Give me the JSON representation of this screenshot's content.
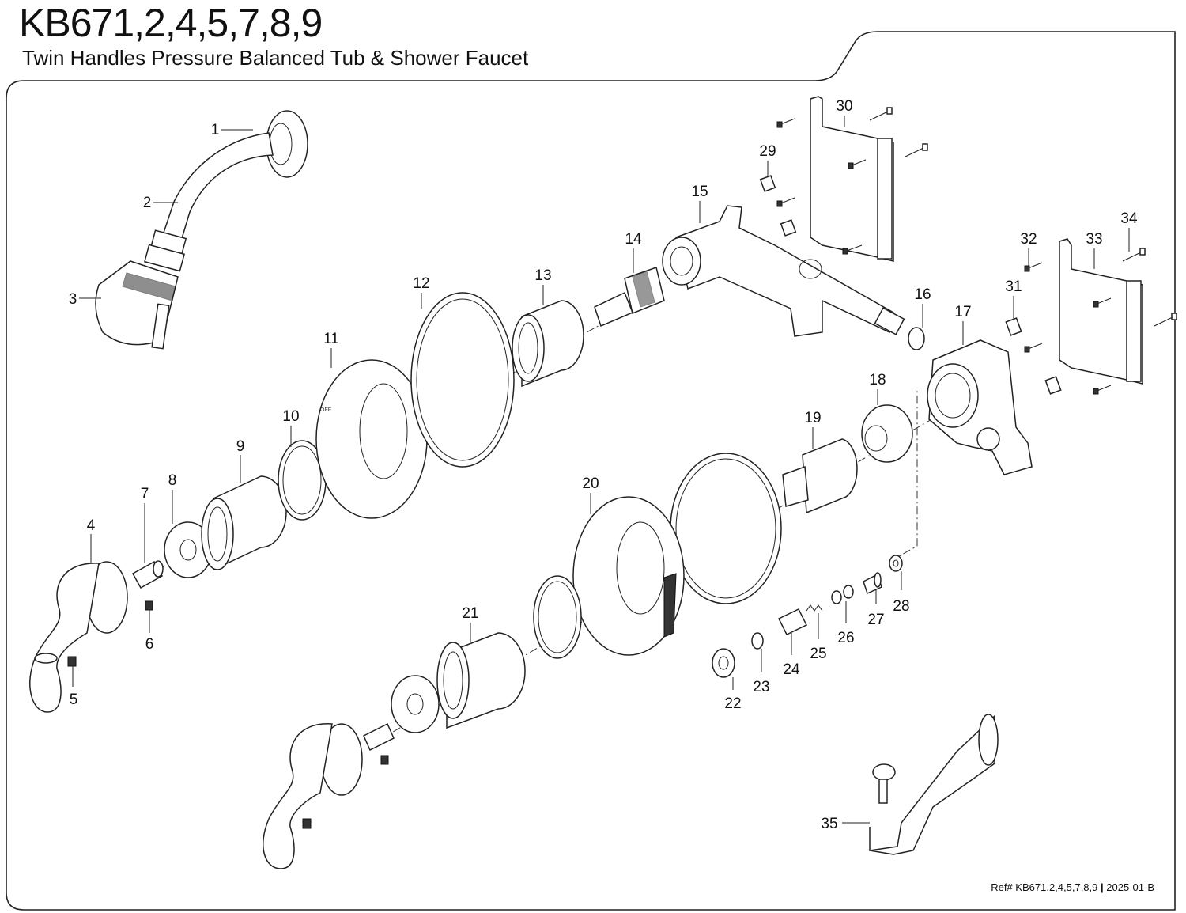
{
  "header": {
    "title": "KB671,2,4,5,7,8,9",
    "subtitle": "Twin Handles Pressure Balanced Tub & Shower Faucet"
  },
  "footer": {
    "ref_label": "Ref#",
    "ref_code": "KB671,2,4,5,7,8,9",
    "separator": "|",
    "revision": "2025-01-B"
  },
  "parts": [
    {
      "n": "1"
    },
    {
      "n": "2"
    },
    {
      "n": "3"
    },
    {
      "n": "4"
    },
    {
      "n": "5"
    },
    {
      "n": "6"
    },
    {
      "n": "7"
    },
    {
      "n": "8"
    },
    {
      "n": "9"
    },
    {
      "n": "10"
    },
    {
      "n": "11"
    },
    {
      "n": "12"
    },
    {
      "n": "13"
    },
    {
      "n": "14"
    },
    {
      "n": "15"
    },
    {
      "n": "16"
    },
    {
      "n": "17"
    },
    {
      "n": "18"
    },
    {
      "n": "19"
    },
    {
      "n": "20"
    },
    {
      "n": "21"
    },
    {
      "n": "22"
    },
    {
      "n": "23"
    },
    {
      "n": "24"
    },
    {
      "n": "25"
    },
    {
      "n": "26"
    },
    {
      "n": "27"
    },
    {
      "n": "28"
    },
    {
      "n": "29"
    },
    {
      "n": "30"
    },
    {
      "n": "31"
    },
    {
      "n": "32"
    },
    {
      "n": "33"
    },
    {
      "n": "34"
    },
    {
      "n": "35"
    }
  ],
  "trim_marks": {
    "off": "OFF"
  }
}
